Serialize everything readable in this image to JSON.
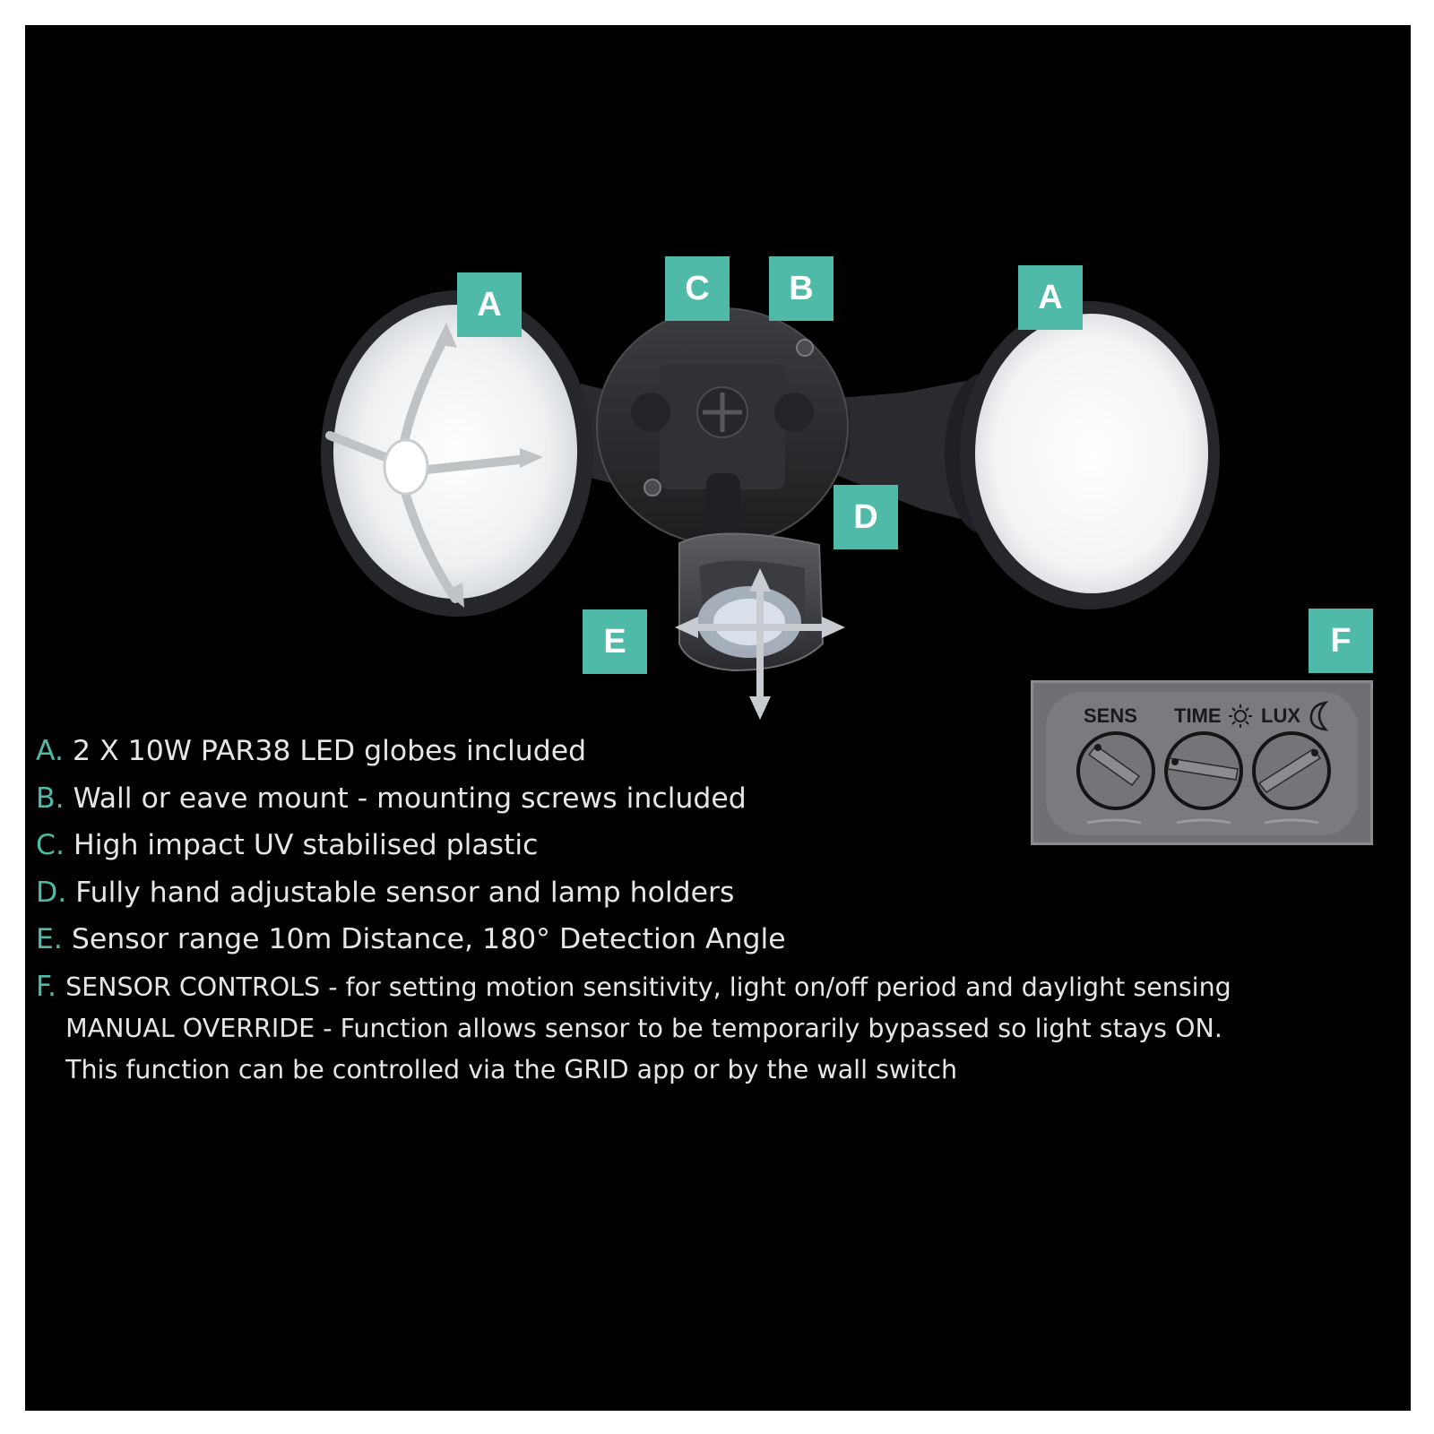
{
  "colors": {
    "accent": "#4fbaa7",
    "panel": "#000000",
    "text": "#e6e6e6",
    "control_panel": "#6f6f74"
  },
  "tags": {
    "left_lamp": "A",
    "right_lamp": "A",
    "housing": "C",
    "mount": "B",
    "adjust": "D",
    "sensor": "E",
    "controls": "F"
  },
  "controls_panel": {
    "sens_label": "SENS",
    "time_label": "TIME",
    "lux_label": "LUX",
    "sun_icon": "sun-icon",
    "moon_icon": "moon-icon"
  },
  "features": [
    {
      "letter": "A.",
      "lines": [
        "2 X 10W PAR38 LED globes included"
      ]
    },
    {
      "letter": "B.",
      "lines": [
        "Wall or eave mount - mounting screws included"
      ]
    },
    {
      "letter": "C.",
      "lines": [
        "High impact UV stabilised plastic"
      ]
    },
    {
      "letter": "D.",
      "lines": [
        "Fully hand adjustable sensor and lamp holders"
      ]
    },
    {
      "letter": "E.",
      "lines": [
        "Sensor range 10m Distance, 180° Detection Angle"
      ]
    },
    {
      "letter": "F.",
      "lines": [
        "SENSOR CONTROLS - for setting motion sensitivity, light on/off period and daylight sensing",
        "MANUAL OVERRIDE - Function allows sensor to be temporarily bypassed so light stays ON.",
        "This function can be controlled via the GRID app or by the wall switch"
      ]
    }
  ]
}
